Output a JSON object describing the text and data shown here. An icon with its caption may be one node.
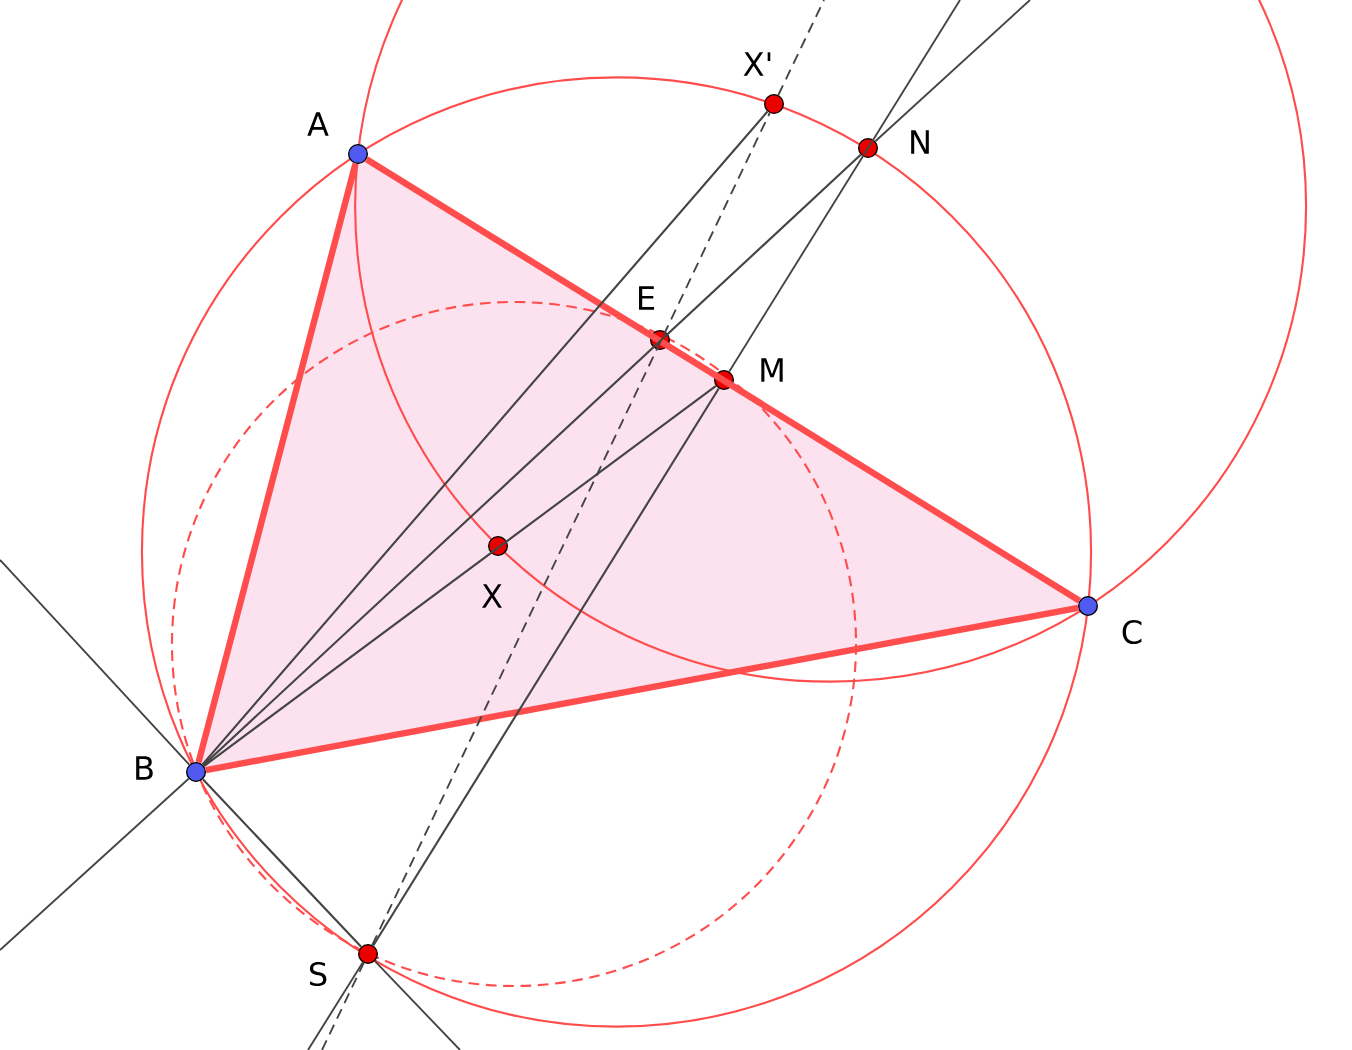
{
  "diagram": {
    "nodes": [
      {
        "text": [],
        "shape": "circle",
        "beside": [
          "X'"
        ]
      },
      {
        "text": [],
        "shape": "circle",
        "beside": [
          "N"
        ]
      },
      {
        "text": [],
        "shape": "circle",
        "beside": [
          "A"
        ]
      },
      {
        "text": [],
        "shape": "circle",
        "beside": [
          "E"
        ]
      },
      {
        "text": [],
        "shape": "circle",
        "beside": [
          "M"
        ]
      },
      {
        "text": [],
        "shape": "circle",
        "beside": [
          "X"
        ]
      },
      {
        "text": [],
        "shape": "circle",
        "beside": [
          "C"
        ]
      },
      {
        "text": [],
        "shape": "circle",
        "beside": [
          "B"
        ]
      },
      {
        "text": [],
        "shape": "circle",
        "beside": [
          "S"
        ]
      }
    ],
    "edges": [
      {
        "from": 2,
        "to": 7,
        "arrow": "none",
        "style": "thick",
        "color": "#ff4d4d"
      },
      {
        "from": 7,
        "to": 6,
        "arrow": "none",
        "style": "thick",
        "color": "#ff4d4d"
      },
      {
        "from": 6,
        "to": 2,
        "arrow": "none",
        "style": "thick",
        "color": "#ff4d4d"
      },
      {
        "from": 7,
        "to": 0,
        "arrow": "none"
      },
      {
        "from": 7,
        "to": 1,
        "arrow": "none"
      },
      {
        "from": 7,
        "to": 4,
        "arrow": "none"
      },
      {
        "from": 7,
        "to": 8,
        "arrow": "none"
      },
      {
        "from": 8,
        "to": 4,
        "arrow": "none"
      },
      {
        "from": 8,
        "to": 0,
        "arrow": "none",
        "style": "dashed"
      }
    ]
  }
}
